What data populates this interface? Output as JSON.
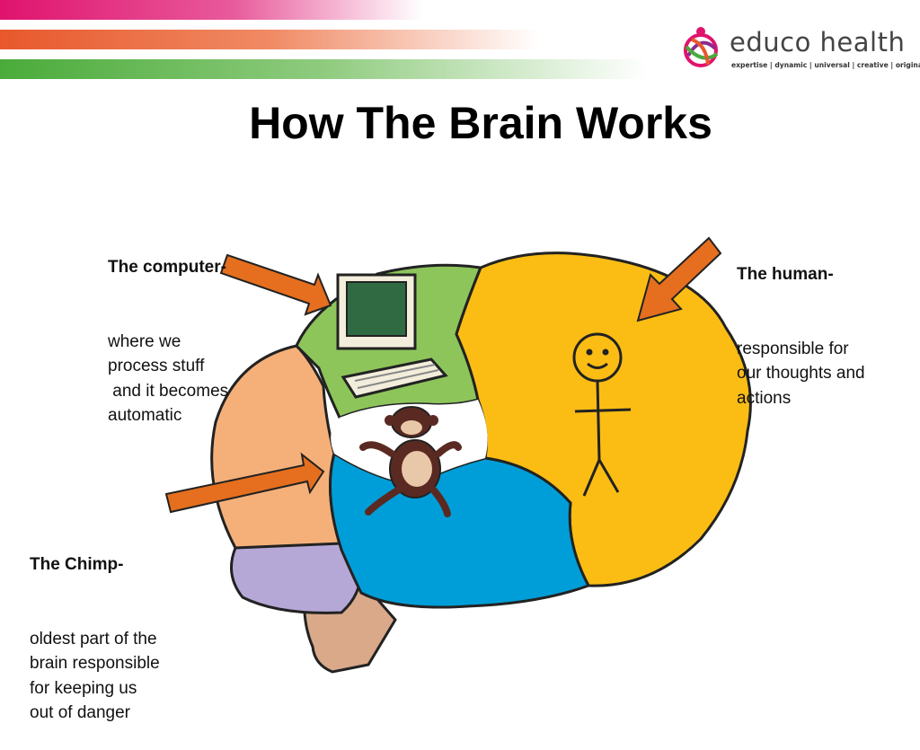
{
  "slide": {
    "title": "How The Brain Works"
  },
  "logo": {
    "name": "educo health",
    "tagline": "expertise | dynamic | universal | creative | original"
  },
  "labels": {
    "computer": {
      "heading": "The computer-",
      "body": "where we\nprocess stuff\n and it becomes\nautomatic"
    },
    "human": {
      "heading": "The human-",
      "body": "responsible for\nour thoughts and\nactions"
    },
    "chimp": {
      "heading": "The Chimp-",
      "body": "oldest part of the\nbrain responsible\nfor keeping us\nout of danger"
    }
  },
  "colors": {
    "stripe_pink": "#e0136e",
    "stripe_orange": "#e8582c",
    "stripe_green": "#4aab3a",
    "arrow": "#e56f1e",
    "computer_region": "#8dc55b",
    "human_region": "#fbbd14",
    "chimp_region": "#009ed8",
    "front_region": "#f5b07a",
    "lower_region": "#b6a8d6",
    "stem": "#d9a98a"
  }
}
